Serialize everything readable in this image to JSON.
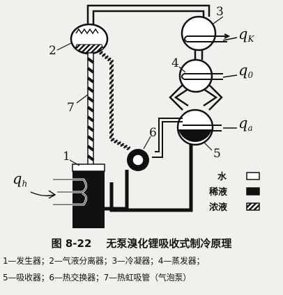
{
  "components": [
    {
      "number": "1"
    },
    {
      "number": "2"
    },
    {
      "number": "3"
    },
    {
      "number": "4"
    },
    {
      "number": "5"
    },
    {
      "number": "6"
    },
    {
      "number": "7"
    }
  ],
  "heat_flows": {
    "qK": {
      "symbol": "q",
      "subscript": "K"
    },
    "q0": {
      "symbol": "q",
      "subscript": "0"
    },
    "qa": {
      "symbol": "q",
      "subscript": "a"
    },
    "qh": {
      "symbol": "q",
      "subscript": "h"
    }
  },
  "legend": [
    {
      "label": "水",
      "fill": "white"
    },
    {
      "label": "稀液",
      "fill": "black"
    },
    {
      "label": "浓液",
      "fill": "hatched"
    }
  ],
  "caption": {
    "figure_number": "图 8-22",
    "title": "无泵溴化锂吸收式制冷原理"
  },
  "key_lines": [
    "1—发生器；2—气液分离器；3—冷凝器；4—蒸发器；",
    "5—吸收器；6—热交换器；7—热虹吸管（气泡泵）"
  ],
  "colors": {
    "ink": "#111111",
    "paper": "#f1f0ec"
  }
}
